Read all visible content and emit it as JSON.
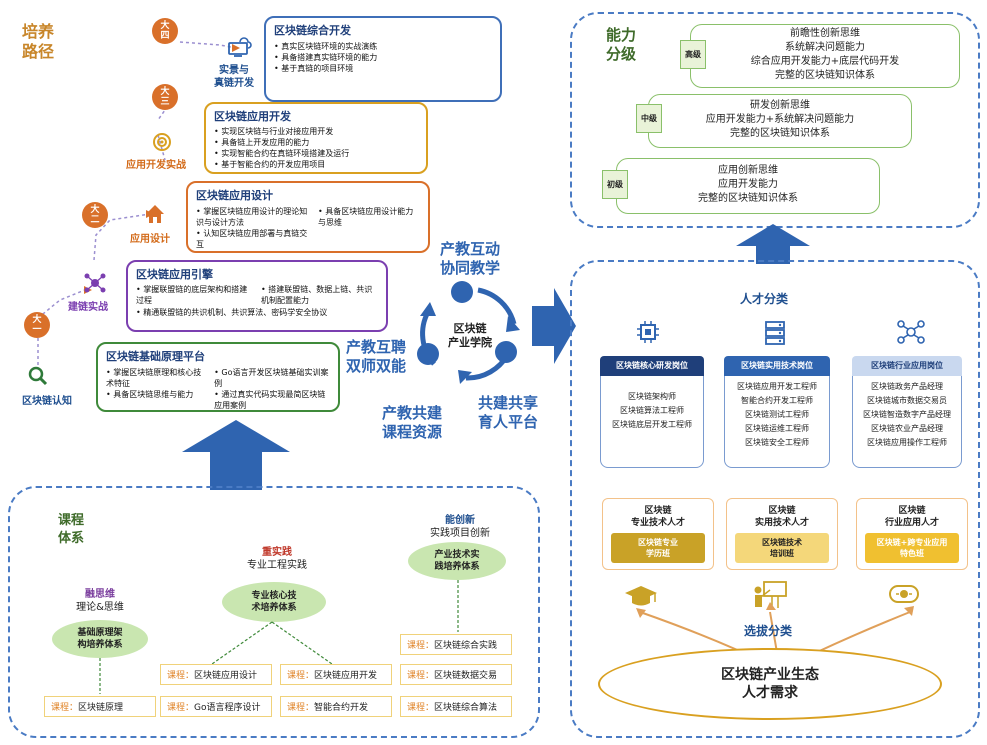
{
  "path": {
    "title": "培养\n路径",
    "steps": [
      {
        "badge": "大\n一",
        "label": "区块链认知"
      },
      {
        "badge": "大\n二",
        "label": "建链实战"
      },
      {
        "badge": "大\n二",
        "label": "应用设计"
      },
      {
        "badge": "大\n三",
        "label": "应用开发实战"
      },
      {
        "badge": "大\n四",
        "label": "实景与\n真链开发"
      }
    ],
    "boxes": [
      {
        "title": "区块链综合开发",
        "items": [
          "真实区块链环境的实战演练",
          "具备搭建真实链环境的能力",
          "基于真链的项目环境"
        ]
      },
      {
        "title": "区块链应用开发",
        "items": [
          "实现区块链与行业对接应用开发",
          "具备链上开发应用的能力",
          "实现智能合约在真链环境搭建及运行",
          "基于智能合约的开发应用项目"
        ]
      },
      {
        "title": "区块链应用设计",
        "items": [
          "掌握区块链应用设计的理论知识与设计方法",
          "认知区块链应用部署与真链交互"
        ],
        "items2": [
          "具备区块链应用设计能力与思维"
        ]
      },
      {
        "title": "区块链应用引擎",
        "items": [
          "掌握联盟链的底层架构和搭建过程",
          "精通联盟链的共识机制、共识算法、密码学安全协议"
        ],
        "items2": [
          "搭建联盟链、数据上链、共识机制配置能力"
        ]
      },
      {
        "title": "区块链基础原理平台",
        "items": [
          "掌握区块链原理和核心技术特征",
          "具备区块链思维与能力"
        ],
        "items2": [
          "Go语言开发区块链基础实训案例",
          "通过真实代码实现最简区块链应用案例"
        ]
      }
    ]
  },
  "center": {
    "hub": "区块链\n产业学院",
    "top": "产教互动\n协同教学",
    "left": "产教互聘\n双师双能",
    "right": "共建共享\n育人平台",
    "bottom": "产教共建\n课程资源"
  },
  "ability": {
    "title": "能力\n分级",
    "levels": [
      {
        "tag": "高级",
        "lines": [
          "前瞻性创新思维",
          "系统解决问题能力",
          "综合应用开发能力+底层代码开发",
          "完整的区块链知识体系"
        ]
      },
      {
        "tag": "中级",
        "lines": [
          "研发创新思维",
          "应用开发能力+系统解决问题能力",
          "完整的区块链知识体系"
        ]
      },
      {
        "tag": "初级",
        "lines": [
          "应用创新思维",
          "应用开发能力",
          "完整的区块链知识体系"
        ]
      }
    ]
  },
  "talent": {
    "title": "人才分类",
    "columns": [
      {
        "head": "区块链核心研发岗位",
        "jobs": [
          "区块链架构师",
          "区块链算法工程师",
          "区块链底层开发工程师"
        ],
        "name": "区块链\n专业技术人才",
        "track": "区块链专业\n学历班",
        "icon": "graduation-cap-icon"
      },
      {
        "head": "区块链实用技术岗位",
        "jobs": [
          "区块链应用开发工程师",
          "智能合约开发工程师",
          "区块链测试工程师",
          "区块链运维工程师",
          "区块链安全工程师"
        ],
        "name": "区块链\n实用技术人才",
        "track": "区块链技术\n培训班",
        "icon": "teacher-icon"
      },
      {
        "head": "区块链行业应用岗位",
        "jobs": [
          "区块链政务产品经理",
          "区块链城市数据交易员",
          "区块链智造数字产品经理",
          "区块链农业产品经理",
          "区块链应用操作工程师"
        ],
        "name": "区块链\n行业应用人才",
        "track": "区块链+跨专业应用\n特色班",
        "icon": "certificate-icon"
      }
    ],
    "select": "选拔分类",
    "demand": "区块链产业生态\n人才需求"
  },
  "course": {
    "title": "课程\n体系",
    "groups": [
      {
        "tag": "融思维",
        "sub": "理论&思维",
        "system": "基础原理架\n构培养体系",
        "courses": [
          "区块链原理"
        ]
      },
      {
        "tag": "重实践",
        "sub": "专业工程实践",
        "system": "专业核心技\n术培养体系",
        "courses": [
          "区块链应用设计",
          "区块链应用开发",
          "Go语言程序设计",
          "智能合约开发"
        ]
      },
      {
        "tag": "能创新",
        "sub": "实践项目创新",
        "system": "产业技术实\n践培养体系",
        "courses": [
          "区块链综合实践",
          "区块链数据交易",
          "区块链综合算法"
        ]
      }
    ],
    "prefix": "课程："
  },
  "colors": {
    "blue": "#2f64b0",
    "orange": "#d9702a",
    "green": "#8ac06a",
    "gold": "#c9a227"
  }
}
